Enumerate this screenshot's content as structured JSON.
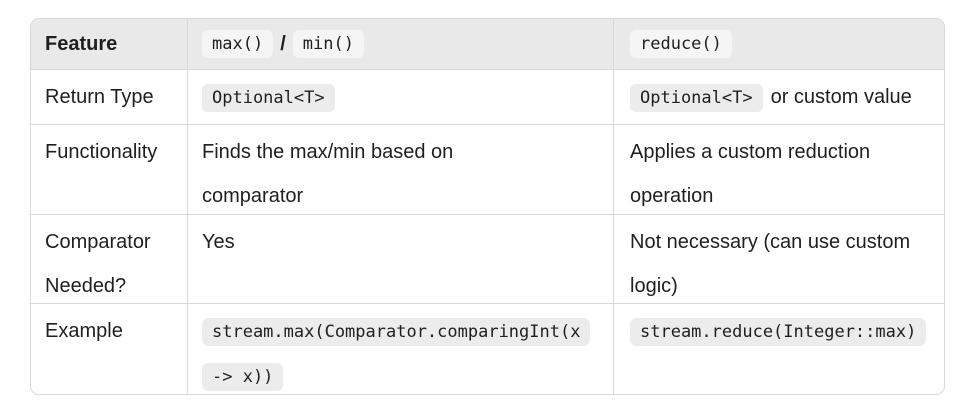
{
  "colors": {
    "header_bg": "#e9e9e9",
    "header_chip_bg": "#f5f5f5",
    "chip_bg": "#ececec",
    "border": "#d9d9d9",
    "text": "#1f1f1f",
    "page_bg": "#ffffff"
  },
  "table": {
    "header": {
      "feature": "Feature",
      "col2_chip_1": "max()",
      "col2_separator": "/",
      "col2_chip_2": "min()",
      "col3_chip": "reduce()"
    },
    "rows": [
      {
        "feature": "Return Type",
        "maxmin_chip": "Optional<T>",
        "reduce_chip": "Optional<T>",
        "reduce_suffix": "or custom value"
      },
      {
        "feature": "Functionality",
        "maxmin_text": "Finds the max/min based on comparator",
        "reduce_text": "Applies a custom reduction operation"
      },
      {
        "feature": "Comparator Needed?",
        "maxmin_text": "Yes",
        "reduce_text": "Not necessary (can use custom logic)"
      },
      {
        "feature": "Example",
        "maxmin_chip": "stream.max(Comparator.comparingInt(x -> x))",
        "reduce_chip": "stream.reduce(Integer::max)"
      }
    ]
  }
}
